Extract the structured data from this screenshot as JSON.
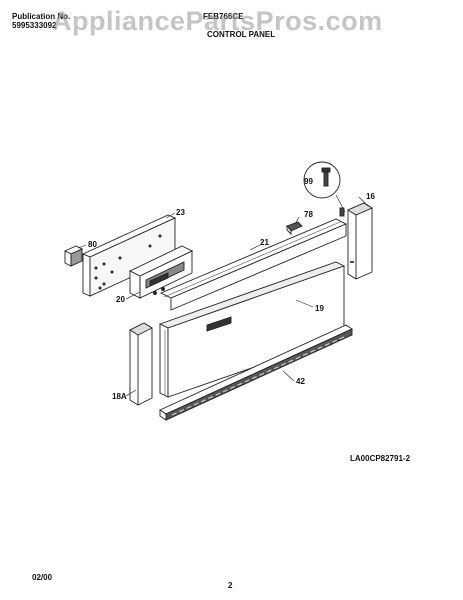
{
  "header": {
    "publication_label": "Publication No.",
    "publication_number": "5995333092",
    "model": "FEB766CE",
    "section_title": "CONTROL PANEL"
  },
  "watermark": "AppliancePartsPros.com",
  "parts": {
    "p99": "99",
    "p16": "16",
    "p78": "78",
    "p23": "23",
    "p21": "21",
    "p80": "80",
    "p20": "20",
    "p19": "19",
    "p18A": "18A",
    "p42": "42"
  },
  "drawing_code": "LA00CP82791-2",
  "footer": {
    "date": "02/00",
    "page": "2"
  }
}
